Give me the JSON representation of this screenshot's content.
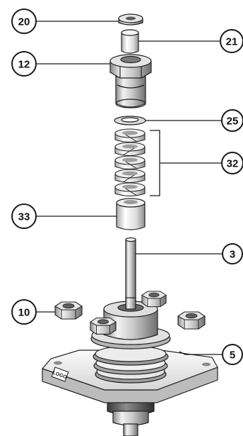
{
  "diagram": {
    "colors": {
      "metal_light": "#e9e9e9",
      "metal_mid": "#bdbdbd",
      "metal_dark": "#6b6b6b",
      "outline": "#1a1a1a",
      "background": "#ffffff"
    },
    "callouts": [
      {
        "id": "20",
        "label": "20"
      },
      {
        "id": "21",
        "label": "21"
      },
      {
        "id": "12",
        "label": "12"
      },
      {
        "id": "25",
        "label": "25"
      },
      {
        "id": "32",
        "label": "32"
      },
      {
        "id": "33",
        "label": "33"
      },
      {
        "id": "3",
        "label": "3"
      },
      {
        "id": "10",
        "label": "10"
      },
      {
        "id": "5",
        "label": "5"
      }
    ],
    "logo_mark": "LOGO"
  }
}
